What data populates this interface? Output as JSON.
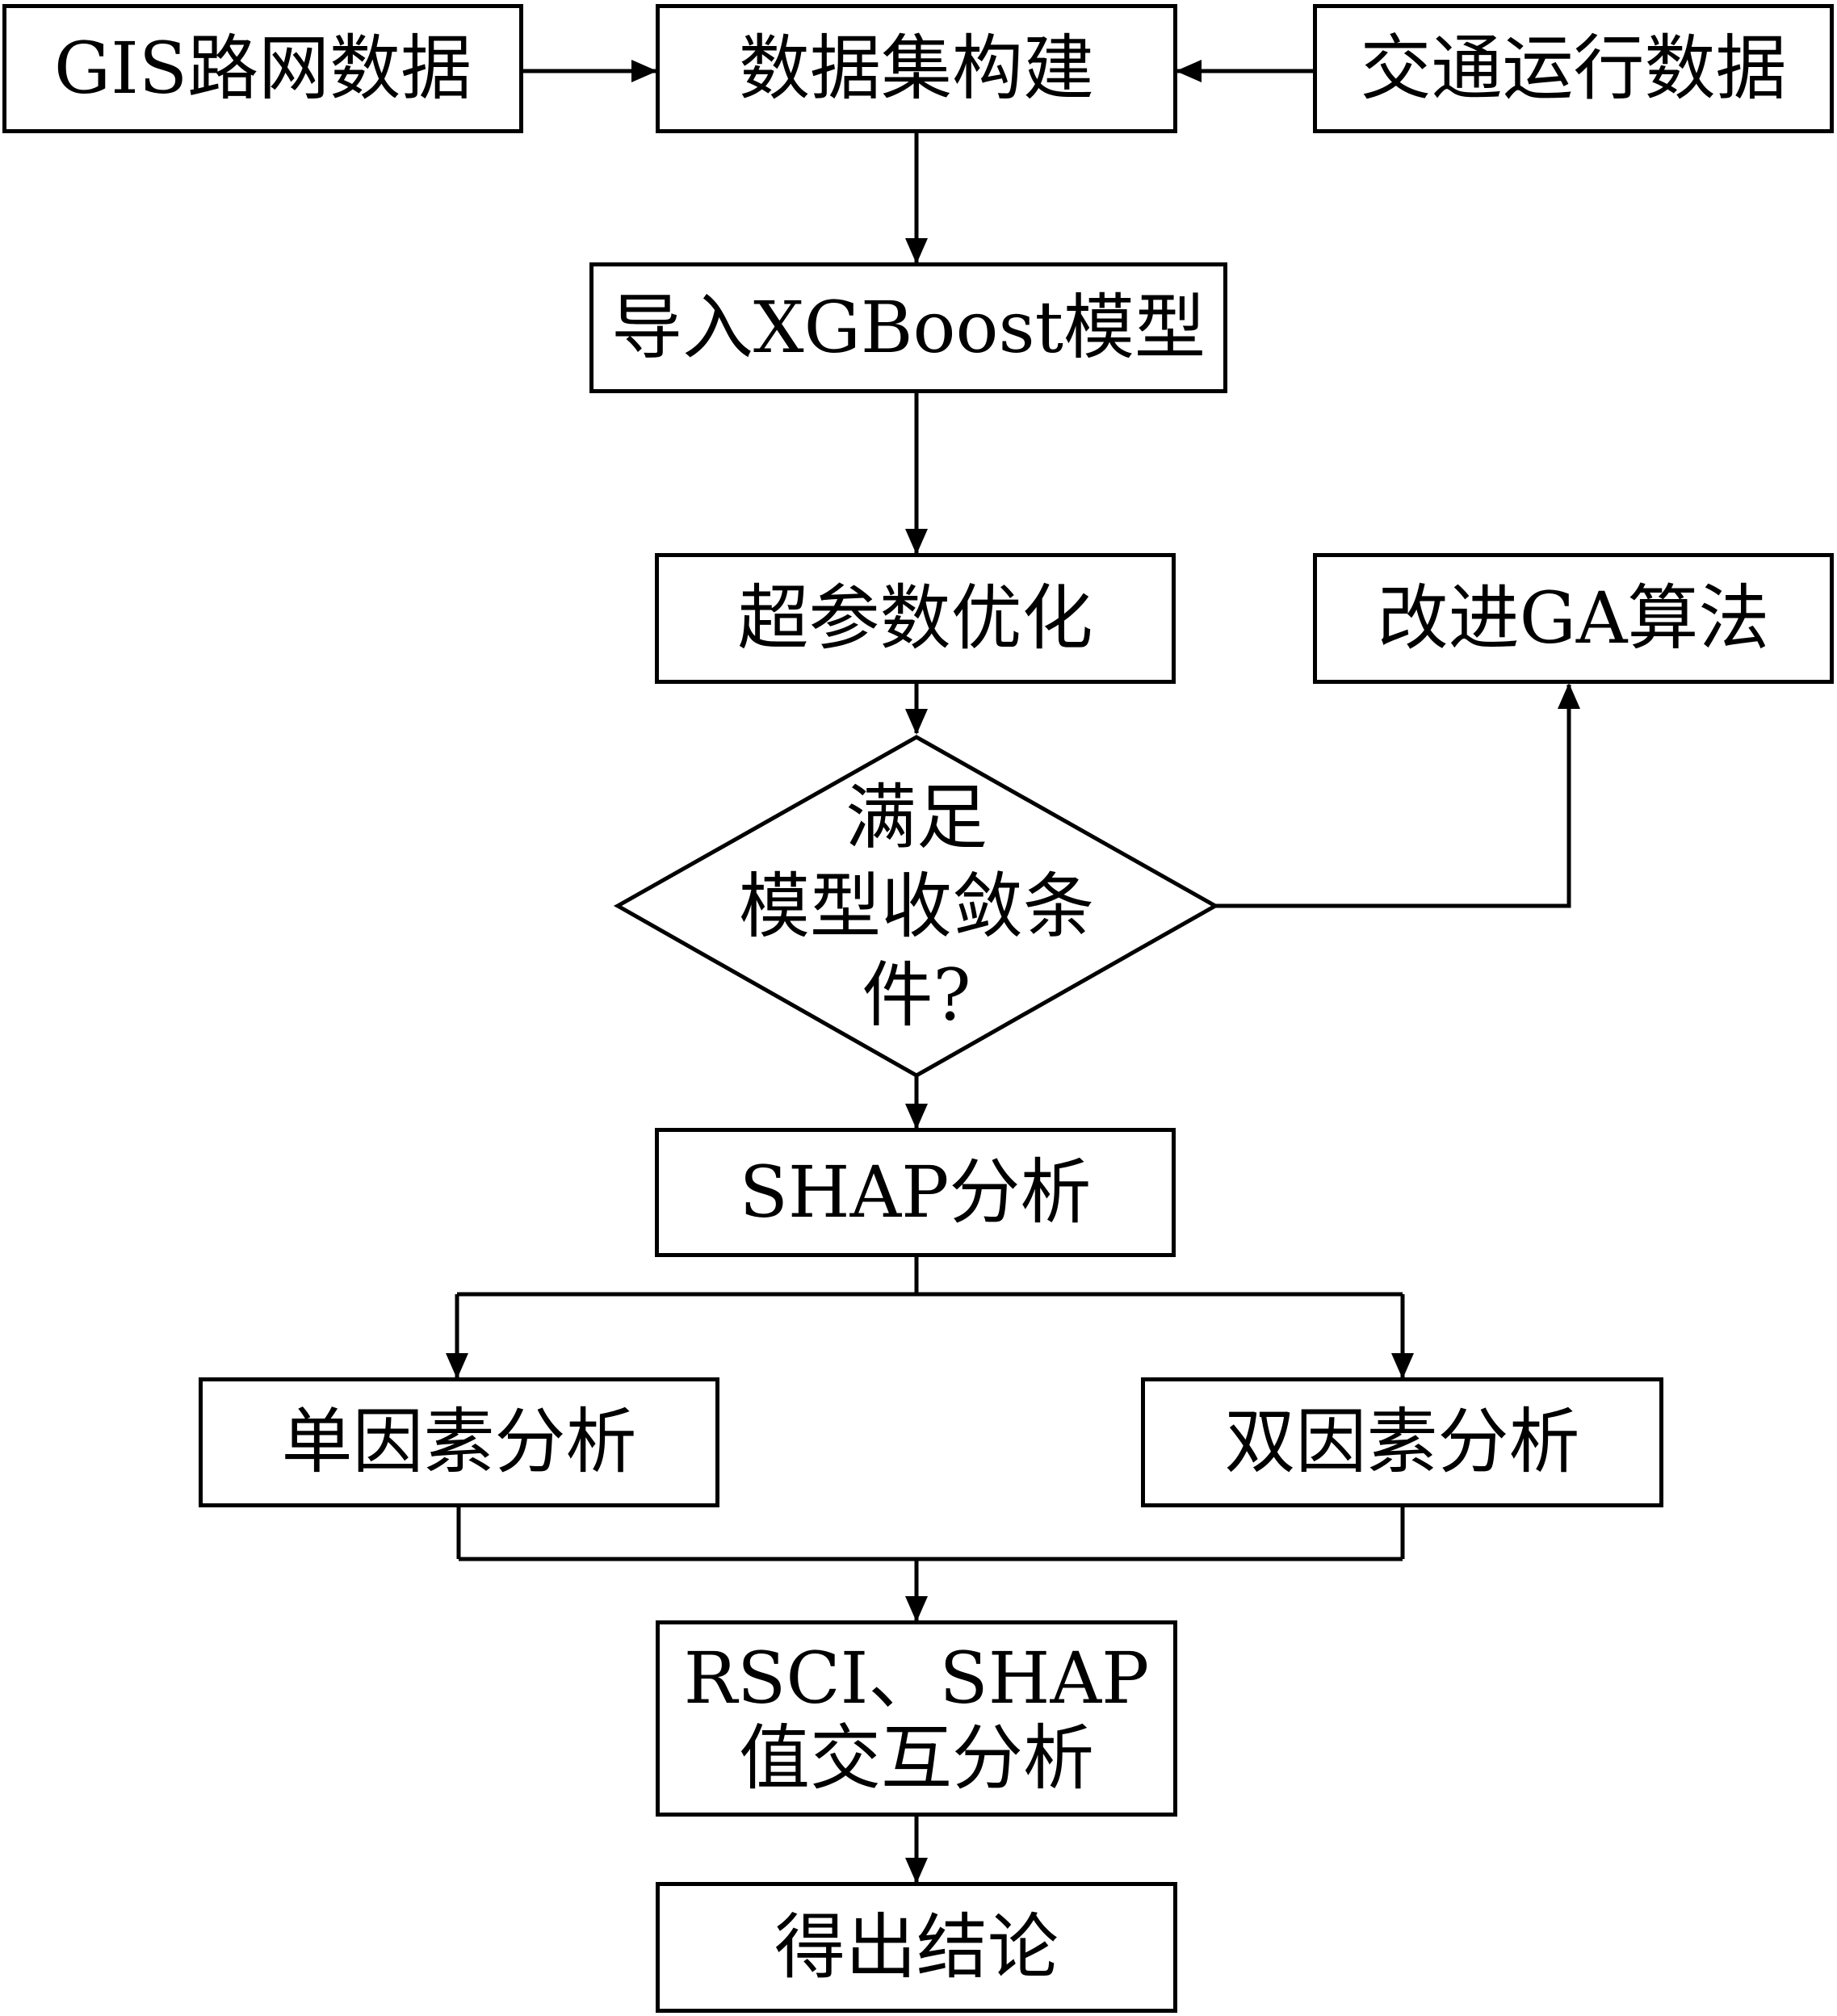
{
  "nodes": {
    "gis": "GIS路网数据",
    "dataset": "数据集构建",
    "traffic": "交通运行数据",
    "xgboost": "导入XGBoost模型",
    "hyper": "超参数优化",
    "ga": "改进GA算法",
    "decision": "满足\n模型收敛条\n件?",
    "shap": "SHAP分析",
    "single": "单因素分析",
    "double": "双因素分析",
    "rsci": "RSCI、SHAP\n值交互分析",
    "conclusion": "得出结论"
  },
  "colors": {
    "stroke": "#000000",
    "background": "#ffffff"
  }
}
